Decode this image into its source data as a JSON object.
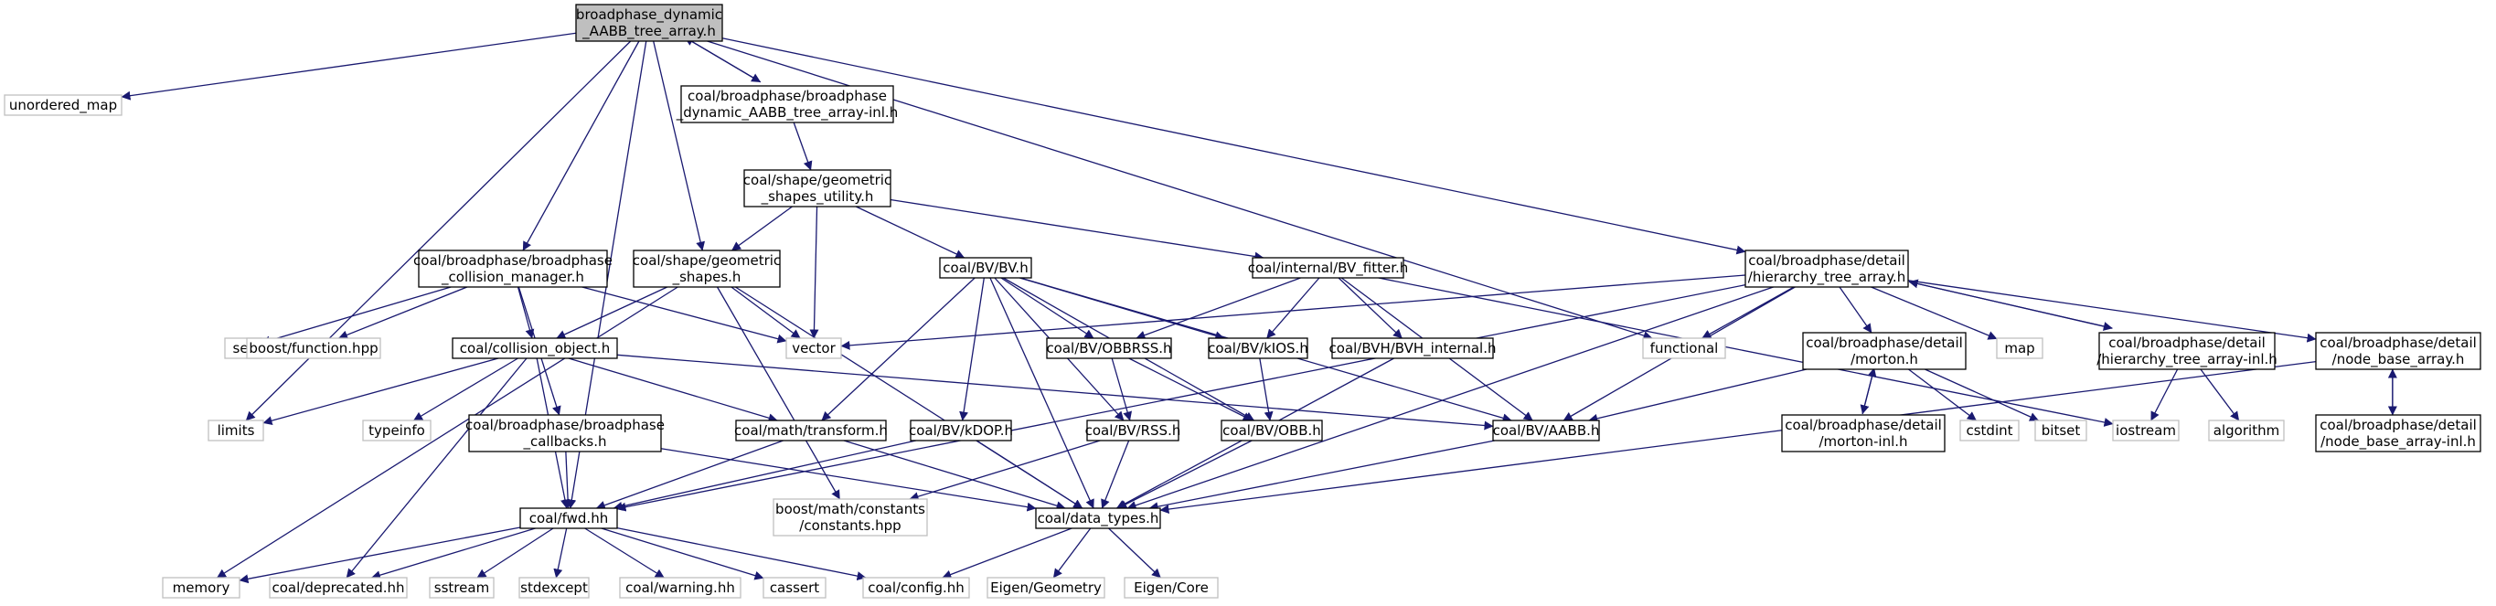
{
  "diagram": {
    "type": "include-dependency-graph",
    "edge_color": "#191970",
    "node_fill": "#ffffff",
    "root_fill": "#bfbfbf",
    "external_border": "#bfbfbf",
    "nodes": [
      {
        "id": "root",
        "lines": [
          "broadphase_dynamic",
          "_AABB_tree_array.h"
        ],
        "kind": "root"
      },
      {
        "id": "unordered_map",
        "lines": [
          "unordered_map"
        ],
        "kind": "ext"
      },
      {
        "id": "inl",
        "lines": [
          "coal/broadphase/broadphase",
          "_dynamic_AABB_tree_array-inl.h"
        ],
        "kind": "doc"
      },
      {
        "id": "geom_util",
        "lines": [
          "coal/shape/geometric",
          "_shapes_utility.h"
        ],
        "kind": "doc"
      },
      {
        "id": "collision_manager",
        "lines": [
          "coal/broadphase/broadphase",
          "_collision_manager.h"
        ],
        "kind": "doc"
      },
      {
        "id": "geom_shapes",
        "lines": [
          "coal/shape/geometric",
          "_shapes.h"
        ],
        "kind": "doc"
      },
      {
        "id": "bv",
        "lines": [
          "coal/BV/BV.h"
        ],
        "kind": "doc"
      },
      {
        "id": "bv_fitter",
        "lines": [
          "coal/internal/BV_fitter.h"
        ],
        "kind": "doc"
      },
      {
        "id": "hierarchy",
        "lines": [
          "coal/broadphase/detail",
          "/hierarchy_tree_array.h"
        ],
        "kind": "doc"
      },
      {
        "id": "set",
        "lines": [
          "set"
        ],
        "kind": "ext"
      },
      {
        "id": "boost_function",
        "lines": [
          "boost/function.hpp"
        ],
        "kind": "ext"
      },
      {
        "id": "vector",
        "lines": [
          "vector"
        ],
        "kind": "ext"
      },
      {
        "id": "collision_object",
        "lines": [
          "coal/collision_object.h"
        ],
        "kind": "doc"
      },
      {
        "id": "obbrss",
        "lines": [
          "coal/BV/OBBRSS.h"
        ],
        "kind": "doc"
      },
      {
        "id": "kios",
        "lines": [
          "coal/BV/kIOS.h"
        ],
        "kind": "doc"
      },
      {
        "id": "bvh_internal",
        "lines": [
          "coal/BVH/BVH_internal.h"
        ],
        "kind": "doc"
      },
      {
        "id": "functional",
        "lines": [
          "functional"
        ],
        "kind": "ext"
      },
      {
        "id": "morton",
        "lines": [
          "coal/broadphase/detail",
          "/morton.h"
        ],
        "kind": "doc"
      },
      {
        "id": "map",
        "lines": [
          "map"
        ],
        "kind": "ext"
      },
      {
        "id": "hier_inl",
        "lines": [
          "coal/broadphase/detail",
          "/hierarchy_tree_array-inl.h"
        ],
        "kind": "doc"
      },
      {
        "id": "node_base",
        "lines": [
          "coal/broadphase/detail",
          "/node_base_array.h"
        ],
        "kind": "doc"
      },
      {
        "id": "limits",
        "lines": [
          "limits"
        ],
        "kind": "ext"
      },
      {
        "id": "typeinfo",
        "lines": [
          "typeinfo"
        ],
        "kind": "ext"
      },
      {
        "id": "callbacks",
        "lines": [
          "coal/broadphase/broadphase",
          "_callbacks.h"
        ],
        "kind": "doc"
      },
      {
        "id": "transform",
        "lines": [
          "coal/math/transform.h"
        ],
        "kind": "doc"
      },
      {
        "id": "kdop",
        "lines": [
          "coal/BV/kDOP.h"
        ],
        "kind": "doc"
      },
      {
        "id": "rss",
        "lines": [
          "coal/BV/RSS.h"
        ],
        "kind": "doc"
      },
      {
        "id": "obb",
        "lines": [
          "coal/BV/OBB.h"
        ],
        "kind": "doc"
      },
      {
        "id": "aabb",
        "lines": [
          "coal/BV/AABB.h"
        ],
        "kind": "doc"
      },
      {
        "id": "morton_inl",
        "lines": [
          "coal/broadphase/detail",
          "/morton-inl.h"
        ],
        "kind": "doc"
      },
      {
        "id": "cstdint",
        "lines": [
          "cstdint"
        ],
        "kind": "ext"
      },
      {
        "id": "bitset",
        "lines": [
          "bitset"
        ],
        "kind": "ext"
      },
      {
        "id": "iostream",
        "lines": [
          "iostream"
        ],
        "kind": "ext"
      },
      {
        "id": "algorithm",
        "lines": [
          "algorithm"
        ],
        "kind": "ext"
      },
      {
        "id": "node_base_inl",
        "lines": [
          "coal/broadphase/detail",
          "/node_base_array-inl.h"
        ],
        "kind": "doc"
      },
      {
        "id": "fwd",
        "lines": [
          "coal/fwd.hh"
        ],
        "kind": "doc"
      },
      {
        "id": "boost_constants",
        "lines": [
          "boost/math/constants",
          "/constants.hpp"
        ],
        "kind": "ext"
      },
      {
        "id": "data_types",
        "lines": [
          "coal/data_types.h"
        ],
        "kind": "doc"
      },
      {
        "id": "memory",
        "lines": [
          "memory"
        ],
        "kind": "ext"
      },
      {
        "id": "deprecated",
        "lines": [
          "coal/deprecated.hh"
        ],
        "kind": "ext"
      },
      {
        "id": "sstream",
        "lines": [
          "sstream"
        ],
        "kind": "ext"
      },
      {
        "id": "stdexcept",
        "lines": [
          "stdexcept"
        ],
        "kind": "ext"
      },
      {
        "id": "warning",
        "lines": [
          "coal/warning.hh"
        ],
        "kind": "ext"
      },
      {
        "id": "cassert",
        "lines": [
          "cassert"
        ],
        "kind": "ext"
      },
      {
        "id": "config",
        "lines": [
          "coal/config.hh"
        ],
        "kind": "ext"
      },
      {
        "id": "eigen_geometry",
        "lines": [
          "Eigen/Geometry"
        ],
        "kind": "ext"
      },
      {
        "id": "eigen_core",
        "lines": [
          "Eigen/Core"
        ],
        "kind": "ext"
      }
    ],
    "edges": [
      [
        "root",
        "unordered_map"
      ],
      [
        "root",
        "limits"
      ],
      [
        "root",
        "fwd"
      ],
      [
        "root",
        "collision_manager"
      ],
      [
        "root",
        "geom_shapes"
      ],
      [
        "root",
        "inl"
      ],
      [
        "root",
        "functional"
      ],
      [
        "root",
        "hierarchy"
      ],
      [
        "inl",
        "root"
      ],
      [
        "inl",
        "geom_util"
      ],
      [
        "geom_util",
        "geom_shapes"
      ],
      [
        "geom_util",
        "vector"
      ],
      [
        "geom_util",
        "bv"
      ],
      [
        "geom_util",
        "bv_fitter"
      ],
      [
        "collision_manager",
        "set"
      ],
      [
        "collision_manager",
        "boost_function"
      ],
      [
        "collision_manager",
        "vector"
      ],
      [
        "collision_manager",
        "collision_object"
      ],
      [
        "collision_manager",
        "callbacks"
      ],
      [
        "geom_shapes",
        "vector"
      ],
      [
        "geom_shapes",
        "collision_object"
      ],
      [
        "geom_shapes",
        "memory"
      ],
      [
        "geom_shapes",
        "boost_constants"
      ],
      [
        "geom_shapes",
        "data_types"
      ],
      [
        "bv",
        "transform"
      ],
      [
        "bv",
        "kdop"
      ],
      [
        "bv",
        "obbrss"
      ],
      [
        "bv",
        "kios"
      ],
      [
        "bv",
        "rss"
      ],
      [
        "bv",
        "obb"
      ],
      [
        "bv",
        "aabb"
      ],
      [
        "bv",
        "data_types"
      ],
      [
        "bv_fitter",
        "obbrss"
      ],
      [
        "bv_fitter",
        "kios"
      ],
      [
        "bv_fitter",
        "bvh_internal"
      ],
      [
        "bv_fitter",
        "aabb"
      ],
      [
        "bv_fitter",
        "iostream"
      ],
      [
        "hierarchy",
        "vector"
      ],
      [
        "hierarchy",
        "functional"
      ],
      [
        "hierarchy",
        "morton"
      ],
      [
        "hierarchy",
        "map"
      ],
      [
        "hierarchy",
        "hier_inl"
      ],
      [
        "hierarchy",
        "node_base"
      ],
      [
        "hierarchy",
        "aabb"
      ],
      [
        "hierarchy",
        "fwd"
      ],
      [
        "hierarchy",
        "data_types"
      ],
      [
        "collision_object",
        "limits"
      ],
      [
        "collision_object",
        "typeinfo"
      ],
      [
        "collision_object",
        "deprecated"
      ],
      [
        "collision_object",
        "fwd"
      ],
      [
        "collision_object",
        "transform"
      ],
      [
        "collision_object",
        "aabb"
      ],
      [
        "obbrss",
        "rss"
      ],
      [
        "obbrss",
        "obb"
      ],
      [
        "kios",
        "obb"
      ],
      [
        "bvh_internal",
        "data_types"
      ],
      [
        "morton",
        "morton_inl"
      ],
      [
        "morton",
        "cstdint"
      ],
      [
        "morton",
        "bitset"
      ],
      [
        "morton",
        "aabb"
      ],
      [
        "morton_inl",
        "morton"
      ],
      [
        "hier_inl",
        "hierarchy"
      ],
      [
        "hier_inl",
        "iostream"
      ],
      [
        "hier_inl",
        "algorithm"
      ],
      [
        "node_base",
        "node_base_inl"
      ],
      [
        "node_base",
        "data_types"
      ],
      [
        "node_base_inl",
        "node_base"
      ],
      [
        "callbacks",
        "fwd"
      ],
      [
        "callbacks",
        "data_types"
      ],
      [
        "transform",
        "fwd"
      ],
      [
        "transform",
        "data_types"
      ],
      [
        "kdop",
        "fwd"
      ],
      [
        "kdop",
        "data_types"
      ],
      [
        "rss",
        "boost_constants"
      ],
      [
        "rss",
        "data_types"
      ],
      [
        "obb",
        "data_types"
      ],
      [
        "aabb",
        "data_types"
      ],
      [
        "fwd",
        "memory"
      ],
      [
        "fwd",
        "deprecated"
      ],
      [
        "fwd",
        "sstream"
      ],
      [
        "fwd",
        "stdexcept"
      ],
      [
        "fwd",
        "warning"
      ],
      [
        "fwd",
        "cassert"
      ],
      [
        "fwd",
        "config"
      ],
      [
        "data_types",
        "config"
      ],
      [
        "data_types",
        "eigen_geometry"
      ],
      [
        "data_types",
        "eigen_core"
      ]
    ]
  }
}
